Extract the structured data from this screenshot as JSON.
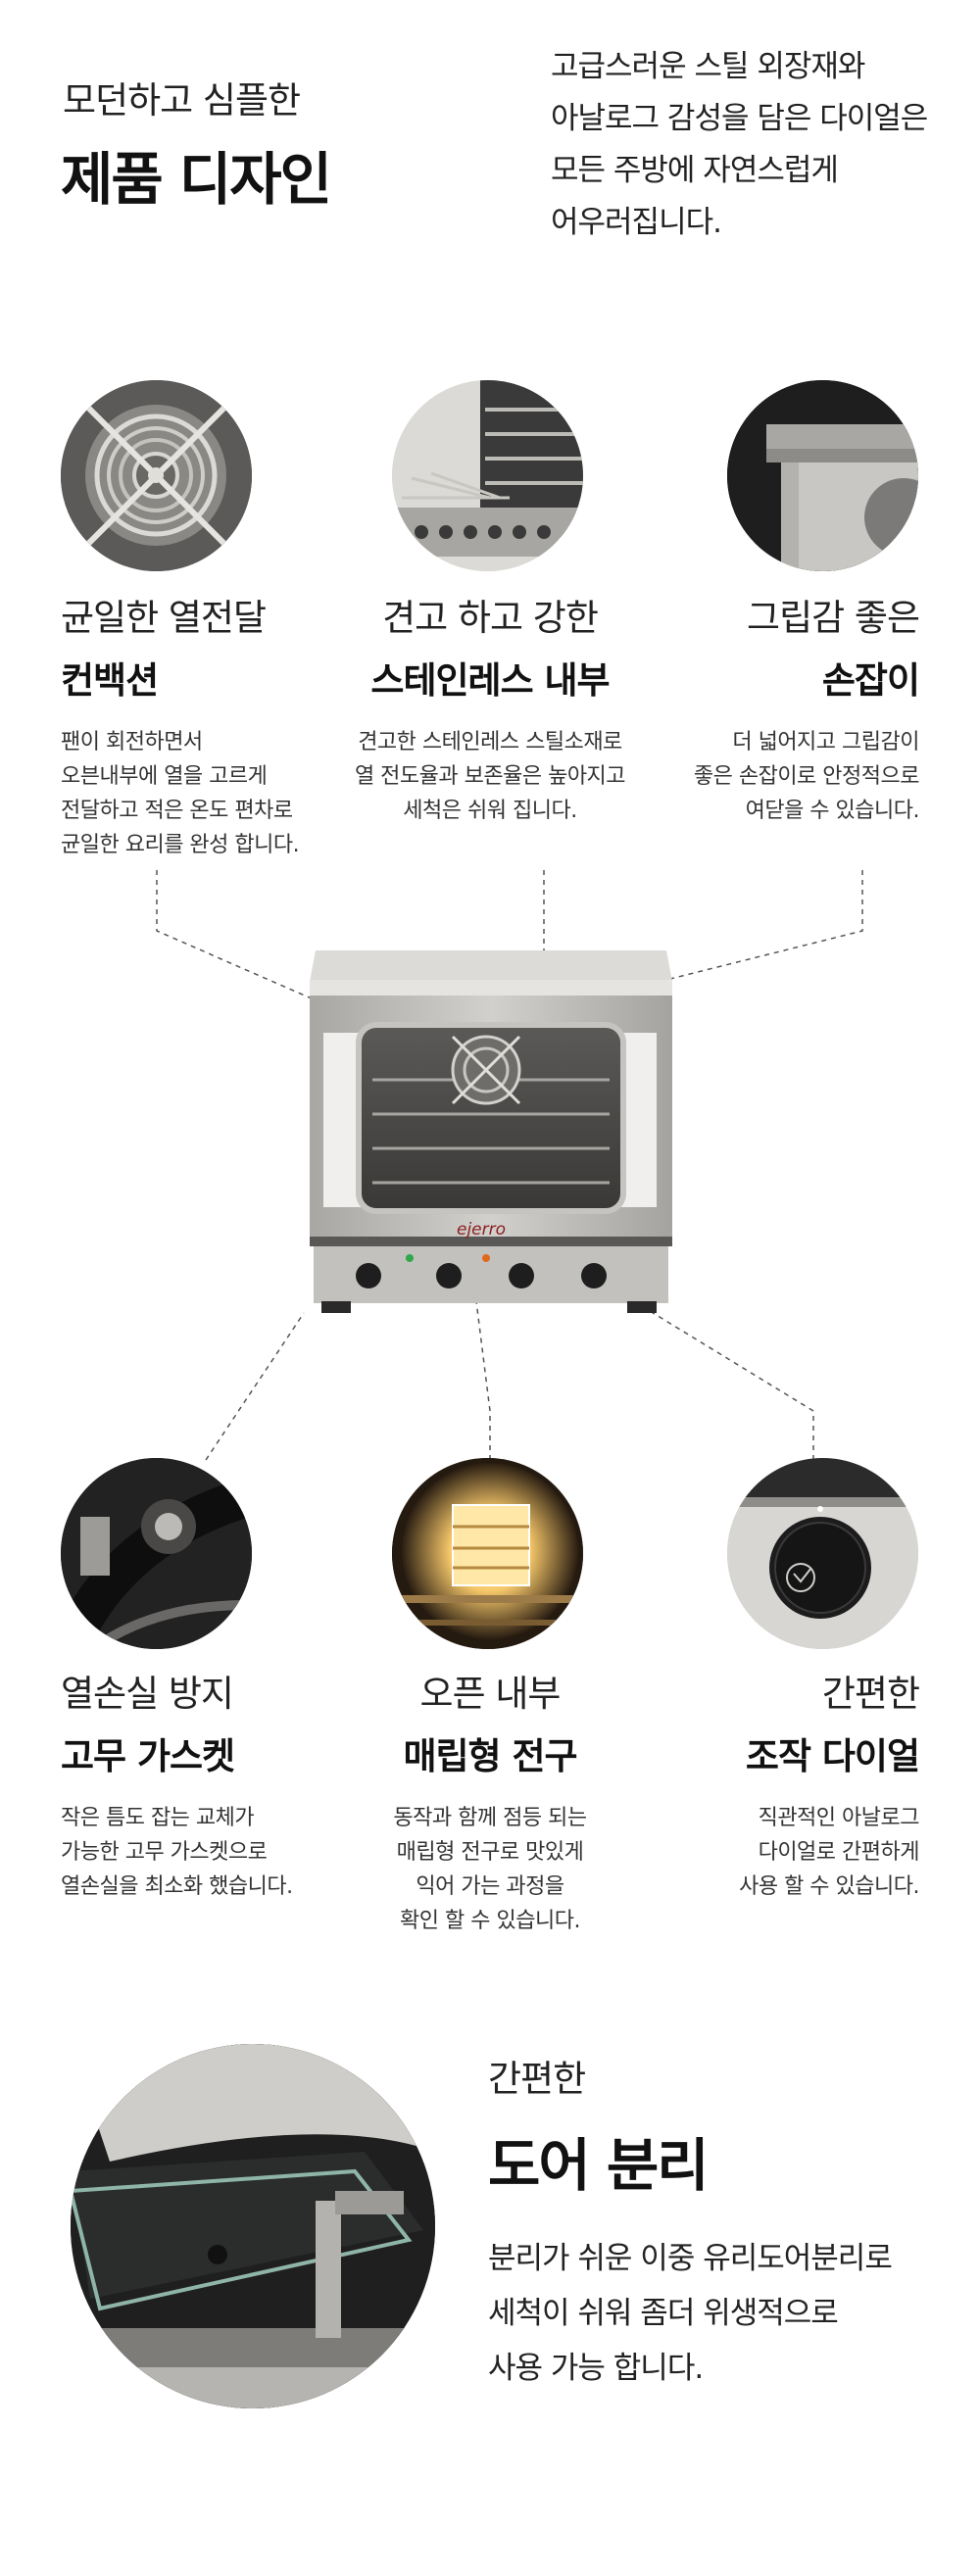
{
  "header": {
    "subtitle": "모던하고 심플한",
    "title": "제품 디자인",
    "intro_lines": [
      "고급스러운 스틸 외장재와",
      "아날로그 감성을 담은 다이얼은",
      "모든 주방에 자연스럽게",
      "어우러집니다."
    ]
  },
  "features_top": [
    {
      "sub": "균일한 열전달",
      "title": "컨백션",
      "desc": [
        "팬이 회전하면서",
        "오븐내부에 열을 고르게",
        "전달하고 적은 온도 편차로",
        "균일한 요리를 완성 합니다."
      ],
      "icon": "convection-fan-icon"
    },
    {
      "sub": "견고 하고 강한",
      "title": "스테인레스 내부",
      "desc": [
        "견고한 스테인레스 스틸소재로",
        "열 전도율과 보존율은 높아지고",
        "세척은 쉬워 집니다."
      ],
      "icon": "oven-rack-icon"
    },
    {
      "sub": "그립감 좋은",
      "title": "손잡이",
      "desc": [
        "더 넓어지고 그립감이",
        "좋은 손잡이로 안정적으로",
        "여닫을 수 있습니다."
      ],
      "icon": "handle-icon"
    }
  ],
  "oven": {
    "brand": "ejerro"
  },
  "features_bottom": [
    {
      "sub": "열손실 방지",
      "title": "고무 가스켓",
      "desc": [
        "작은 틈도 잡는 교체가",
        "가능한 고무 가스켓으로",
        "열손실을 최소화 했습니다."
      ],
      "icon": "gasket-icon"
    },
    {
      "sub": "오픈 내부",
      "title": "매립형 전구",
      "desc": [
        "동작과 함께 점등 되는",
        "매립형 전구로 맛있게",
        "익어 가는 과정을",
        "확인 할 수 있습니다."
      ],
      "icon": "bulb-icon"
    },
    {
      "sub": "간편한",
      "title": "조작 다이얼",
      "desc": [
        "직관적인 아날로그",
        "다이얼로 간편하게",
        "사용 할 수 있습니다."
      ],
      "icon": "dial-icon"
    }
  ],
  "door": {
    "sub": "간편한",
    "title": "도어 분리",
    "desc": [
      "분리가 쉬운 이중 유리도어분리로",
      "세척이 쉬워 좀더 위생적으로",
      "사용 가능 합니다."
    ]
  },
  "colors": {
    "accent": "#111111",
    "steel": "#b8b6b4",
    "dark": "#2a2a2a"
  }
}
